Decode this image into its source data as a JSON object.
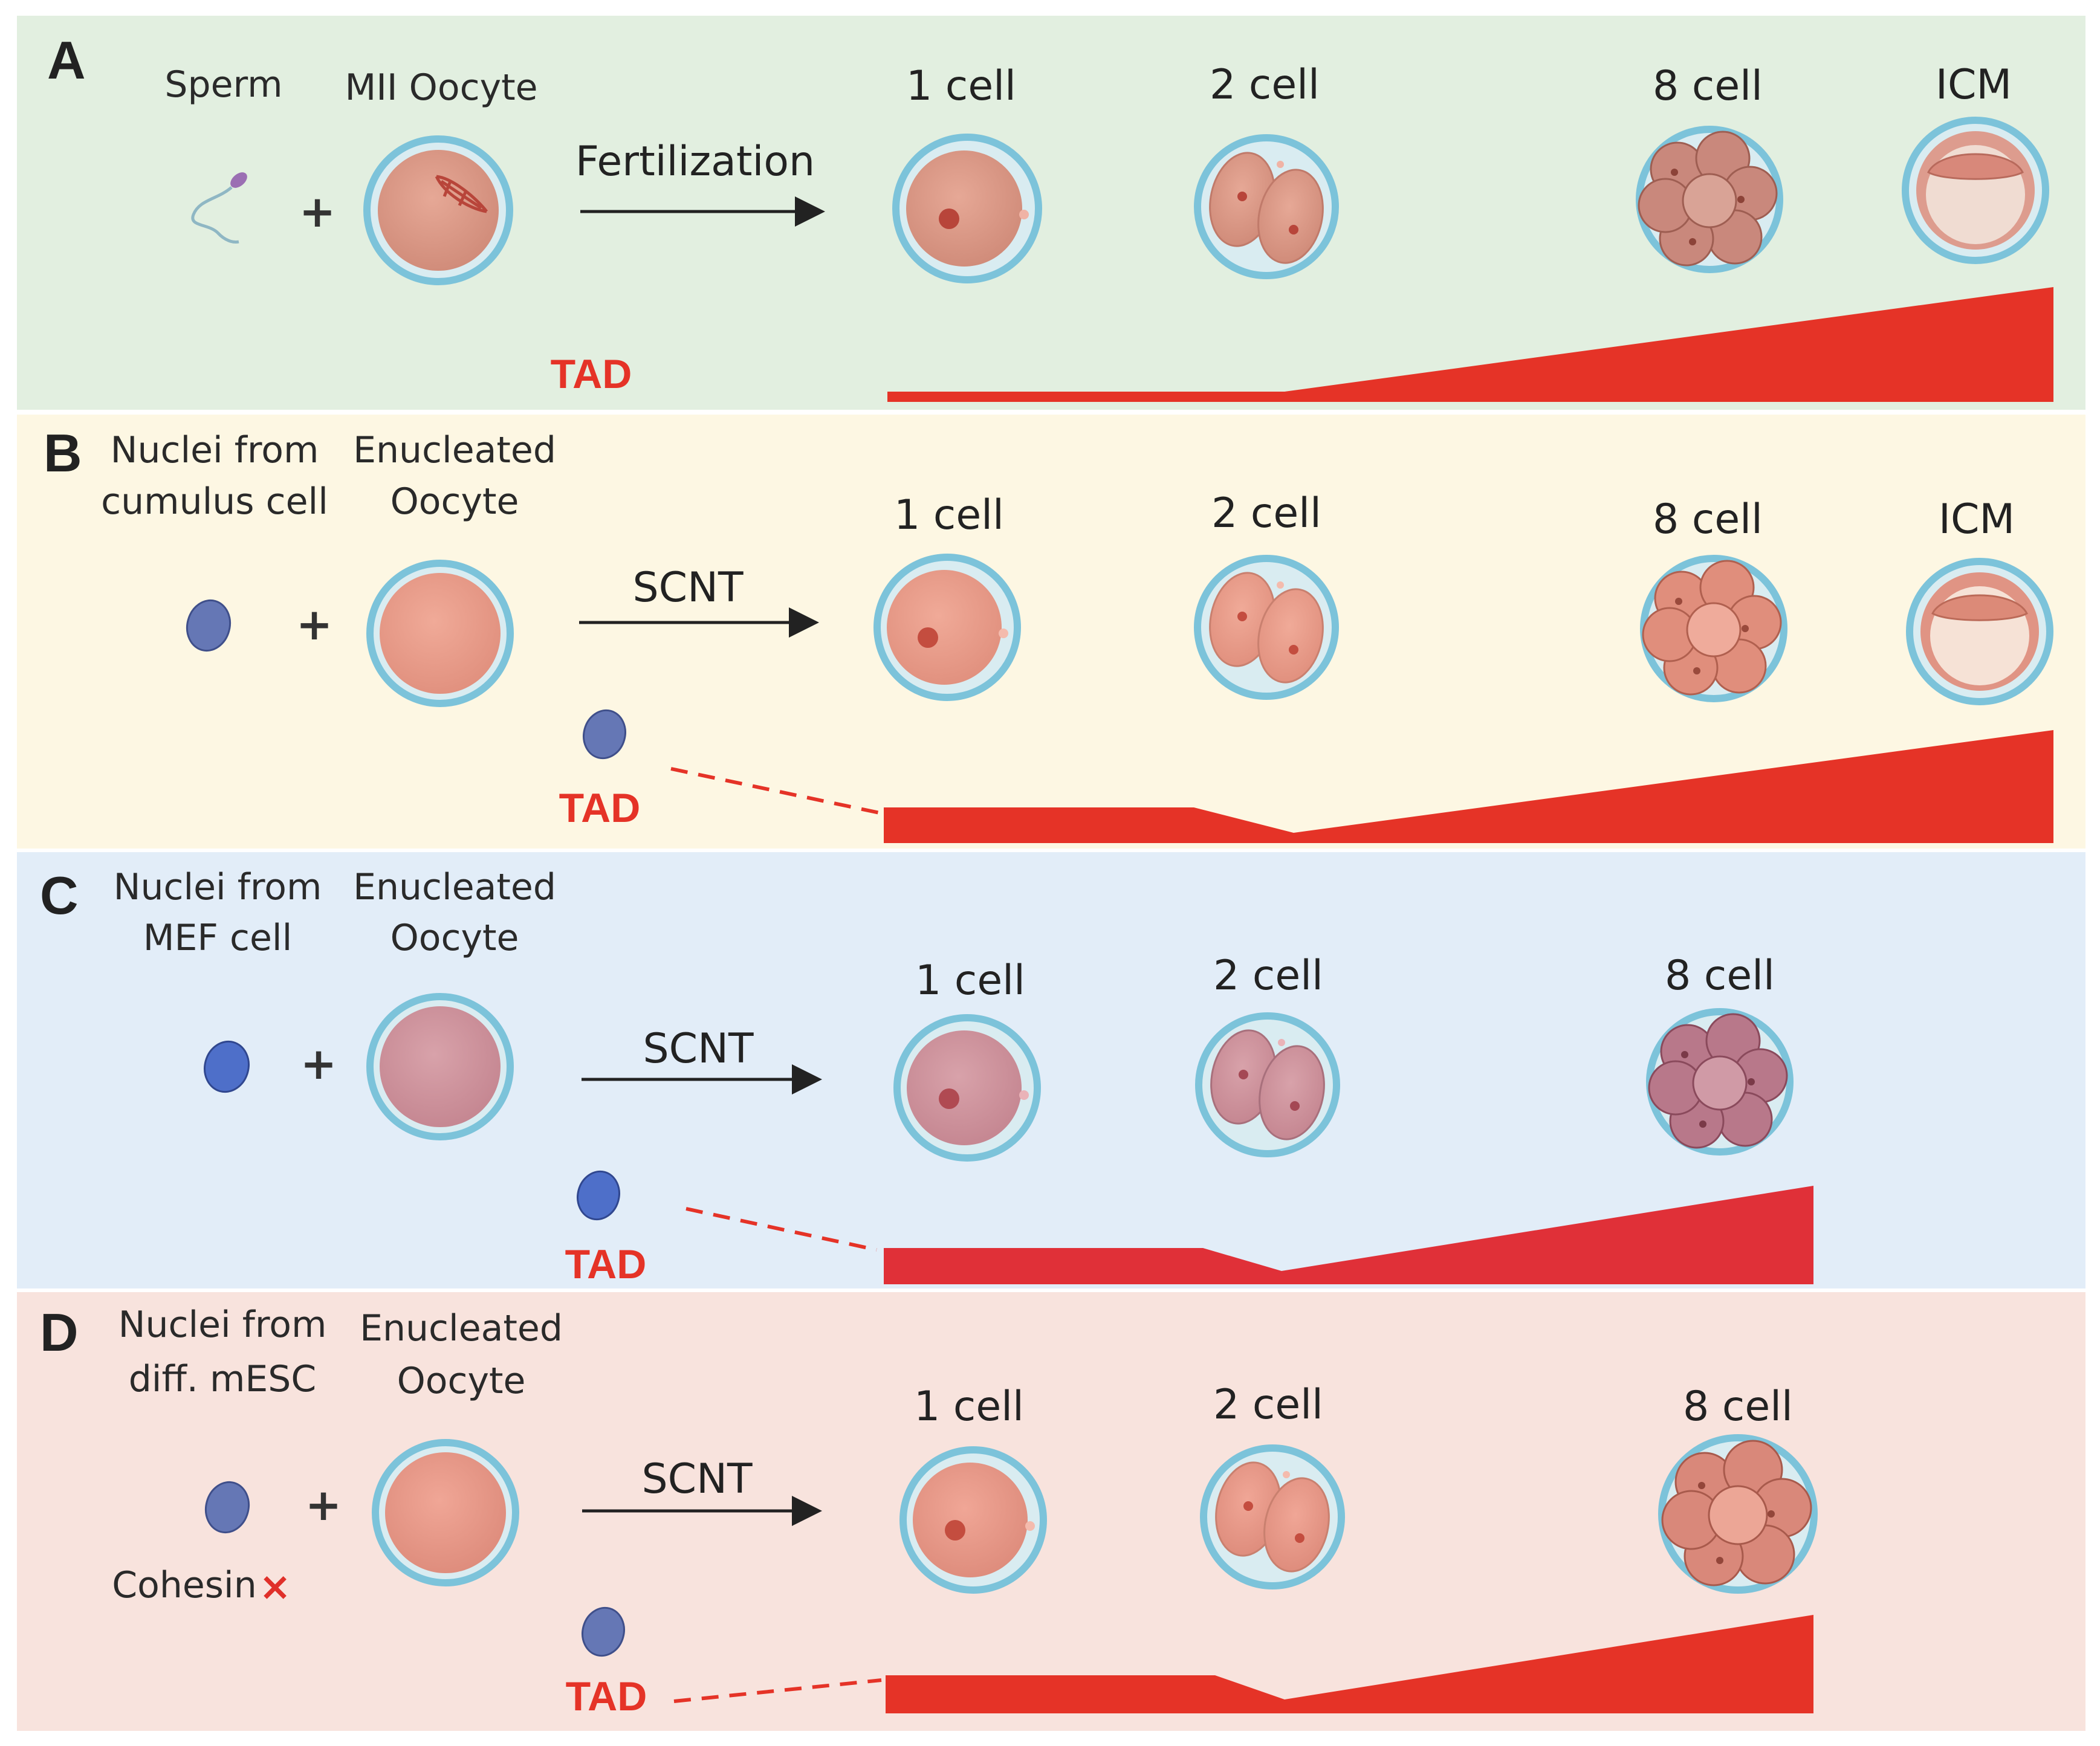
{
  "panels": [
    {
      "id": "a",
      "letter": "A",
      "donor_label": [
        "Sperm"
      ],
      "oocyte_label": [
        "MII Oocyte"
      ],
      "process_label": "Fertilization",
      "stages": [
        "1 cell",
        "2 cell",
        "8 cell",
        "ICM"
      ],
      "tad_label": "TAD",
      "donor_extra": ""
    },
    {
      "id": "b",
      "letter": "B",
      "donor_label": [
        "Nuclei from",
        "cumulus cell"
      ],
      "oocyte_label": [
        "Enucleated",
        "Oocyte"
      ],
      "process_label": "SCNT",
      "stages": [
        "1 cell",
        "2 cell",
        "8 cell",
        "ICM"
      ],
      "tad_label": "TAD",
      "donor_extra": ""
    },
    {
      "id": "c",
      "letter": "C",
      "donor_label": [
        "Nuclei from",
        "MEF cell"
      ],
      "oocyte_label": [
        "Enucleated",
        "Oocyte"
      ],
      "process_label": "SCNT",
      "stages": [
        "1 cell",
        "2 cell",
        "8 cell"
      ],
      "tad_label": "TAD",
      "donor_extra": ""
    },
    {
      "id": "d",
      "letter": "D",
      "donor_label": [
        "Nuclei from",
        "diff. mESC"
      ],
      "oocyte_label": [
        "Enucleated",
        "Oocyte"
      ],
      "process_label": "SCNT",
      "stages": [
        "1 cell",
        "2 cell",
        "8 cell"
      ],
      "tad_label": "TAD",
      "donor_extra": "Cohesin",
      "donor_extra_mark": "×"
    }
  ],
  "plus_sign": "+",
  "colors": {
    "panel_a_bg": "#e2efe0",
    "panel_b_bg": "#fdf7e3",
    "panel_c_bg": "#e2edf8",
    "panel_d_bg": "#f8e3dd",
    "tad_red": "#e53327",
    "zona_blue": "#7cc3da",
    "nucleus_blue": "#5b74c0",
    "cell_pink": "#e0a08e"
  },
  "icons": [
    "sperm-icon",
    "nucleus-icon",
    "oocyte-icon",
    "embryo-1-cell-icon",
    "embryo-2-cell-icon",
    "embryo-8-cell-icon",
    "icm-blastocyst-icon",
    "arrow-right-icon",
    "tad-wedge"
  ]
}
